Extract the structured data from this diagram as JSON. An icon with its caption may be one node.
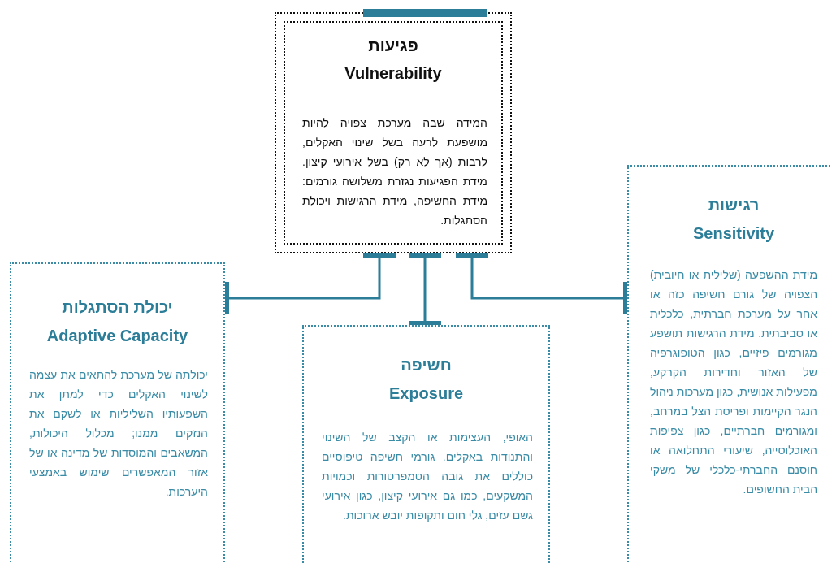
{
  "diagram": {
    "nodes": [
      {
        "text": [
          "פגיעות",
          "Vulnerability",
          "המידה שבה מערכת צפויה להיות מושפעת לרעה בשל שינוי האקלים, לרבות (אך לא רק) בשל אירועי קיצון. מידת הפגיעות נגזרת משלושה גורמים: מידת החשיפה, מידת הרגישות ויכולת הסתגלות."
        ]
      },
      {
        "text": [
          "יכולת הסתגלות",
          "Adaptive Capacity",
          "יכולתה של מערכת להתאים את עצמה לשינוי האקלים כדי למתן את השפעותיו השליליות או לשקם את הנזקים ממנו; מכלול היכולות, המשאבים והמוסדות של מדינה או של אזור המאפשרים שימוש באמצעי היערכות."
        ]
      },
      {
        "text": [
          "חשיפה",
          "Exposure",
          "האופי, העצימות או הקצב של השינוי והתנודות באקלים. גורמי חשיפה טיפוסיים כוללים את גובה הטמפרטורות וכמויות המשקעים, כמו גם אירועי קיצון, כגון אירועי גשם עזים, גלי חום ותקופות יובש ארוכות."
        ]
      },
      {
        "text": [
          "רגישות",
          "Sensitivity",
          "מידת ההשפעה (שלילית או חיובית) הצפויה של גורם חשיפה כזה או אחר על מערכת חברתית, כלכלית או סביבתית. מידת הרגישות תושפע מגורמים פיזיים, כגון הטופוגרפיה של האזור וחדירות הקרקע, מפעילות אנושית, כגון מערכות ניהול הנגר הקיימות ופריסת הצל במרחב, ומגורמים חברתיים, כגון צפיפות האוכלוסייה, שיעורי התחלואה או חוסנם החברתי-כלכלי של משקי הבית החשופים."
        ]
      }
    ],
    "edges": [
      {
        "from": 0,
        "to": 1,
        "arrow": "other"
      },
      {
        "from": 0,
        "to": 2,
        "arrow": "other"
      },
      {
        "from": 0,
        "to": 3,
        "arrow": "other"
      }
    ]
  }
}
